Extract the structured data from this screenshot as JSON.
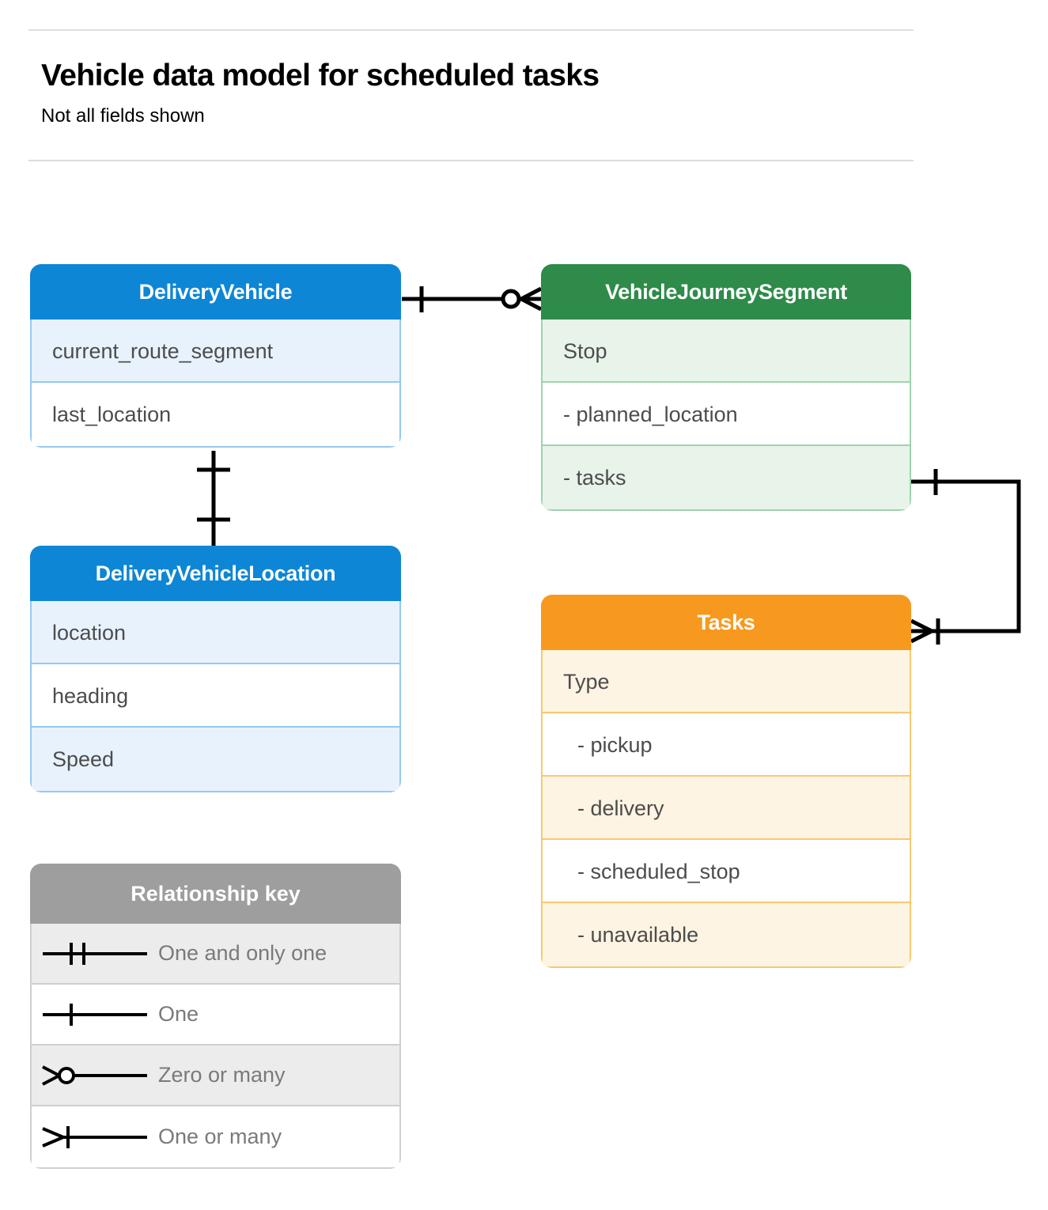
{
  "header": {
    "title": "Vehicle data model for scheduled tasks",
    "subtitle": "Not all fields shown"
  },
  "colors": {
    "blue_header": "#0d86d6",
    "blue_border": "#94c9f0",
    "blue_tint": "#e8f2fc",
    "green_header": "#2e8b49",
    "green_border": "#9ed3ae",
    "green_tint": "#e8f3ea",
    "orange_header": "#f7991e",
    "orange_border": "#f8c871",
    "orange_tint": "#fef4e3",
    "gray_header": "#9e9e9e",
    "gray_border": "#cfcfcf",
    "gray_tint": "#ececec",
    "line": "#000000",
    "rule": "#dddddd",
    "field_text": "#4c4c4c",
    "legend_text": "#7a7a7a"
  },
  "entities": [
    {
      "id": "delivery-vehicle",
      "name": "DeliveryVehicle",
      "color": "blue",
      "fields": [
        {
          "label": "current_route_segment",
          "sub": false,
          "tint": true
        },
        {
          "label": "last_location",
          "sub": false,
          "tint": false
        }
      ]
    },
    {
      "id": "vehicle-journey-segment",
      "name": "VehicleJourneySegment",
      "color": "green",
      "fields": [
        {
          "label": "Stop",
          "sub": false,
          "tint": true
        },
        {
          "label": "-  planned_location",
          "sub": false,
          "tint": false
        },
        {
          "label": "- tasks",
          "sub": false,
          "tint": true
        }
      ]
    },
    {
      "id": "delivery-vehicle-location",
      "name": "DeliveryVehicleLocation",
      "color": "blue",
      "fields": [
        {
          "label": "location",
          "sub": false,
          "tint": true
        },
        {
          "label": "heading",
          "sub": false,
          "tint": false
        },
        {
          "label": "Speed",
          "sub": false,
          "tint": true
        }
      ]
    },
    {
      "id": "tasks",
      "name": "Tasks",
      "color": "orange",
      "fields": [
        {
          "label": "Type",
          "sub": false,
          "tint": true
        },
        {
          "label": "-  pickup",
          "sub": true,
          "tint": false
        },
        {
          "label": "-  delivery",
          "sub": true,
          "tint": true
        },
        {
          "label": "-  scheduled_stop",
          "sub": true,
          "tint": false
        },
        {
          "label": "-  unavailable",
          "sub": true,
          "tint": true
        }
      ]
    }
  ],
  "legend": {
    "title": "Relationship key",
    "rows": [
      {
        "symbol": "one-and-only-one",
        "label": "One and only one",
        "tint": true
      },
      {
        "symbol": "one",
        "label": "One",
        "tint": false
      },
      {
        "symbol": "zero-or-many",
        "label": "Zero or many",
        "tint": true
      },
      {
        "symbol": "one-or-many",
        "label": "One or many",
        "tint": false
      }
    ]
  },
  "relationships": [
    {
      "id": "deliveryvehicle-to-vehiclejourneysegment",
      "from": "DeliveryVehicle",
      "to": "VehicleJourneySegment",
      "from_cardinality": "one",
      "to_cardinality": "zero-or-many"
    },
    {
      "id": "deliveryvehicle-to-deliveryvehiclelocation",
      "from": "DeliveryVehicle",
      "to": "DeliveryVehicleLocation",
      "from_cardinality": "one",
      "to_cardinality": "one"
    },
    {
      "id": "vehiclejourneysegment-tasks-to-tasks",
      "from": "VehicleJourneySegment.tasks",
      "to": "Tasks",
      "from_cardinality": "one",
      "to_cardinality": "one-or-many"
    }
  ]
}
